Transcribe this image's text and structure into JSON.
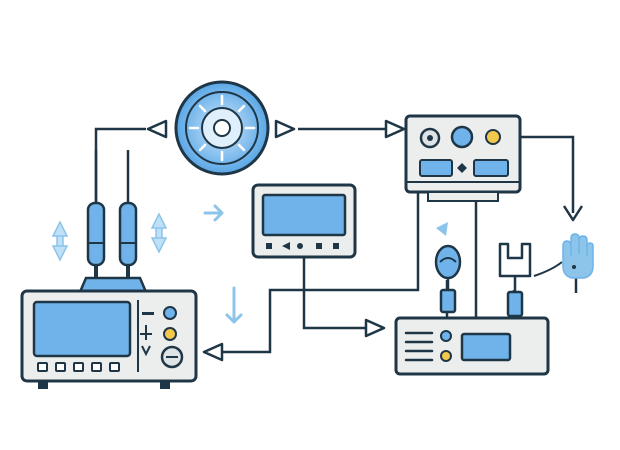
{
  "diagram": {
    "colors": {
      "outline": "#1f3646",
      "screen": "#6fb3ea",
      "screen_light": "#bfe0f7",
      "device_body": "#eceeed",
      "accent_yellow": "#f2c94c",
      "arrow_light": "#8cc4ea"
    },
    "nodes": [
      {
        "id": "antenna-receiver",
        "icon": "receiver-with-twin-antennas"
      },
      {
        "id": "radar-dish",
        "icon": "circular-radar-icon"
      },
      {
        "id": "control-panel",
        "icon": "control-panel-with-dials"
      },
      {
        "id": "monitor",
        "icon": "small-display-monitor"
      },
      {
        "id": "transmitter",
        "icon": "transmitter-unit"
      },
      {
        "id": "sensor-probe",
        "icon": "bulb-probe-icon"
      },
      {
        "id": "connector",
        "icon": "plug-connector-icon"
      },
      {
        "id": "hand",
        "icon": "hand-gesture-icon"
      }
    ],
    "connections": [
      {
        "from": "antenna-receiver",
        "to": "radar-dish"
      },
      {
        "from": "radar-dish",
        "to": "control-panel"
      },
      {
        "from": "control-panel",
        "to": "hand"
      },
      {
        "from": "control-panel",
        "to": "antenna-receiver"
      },
      {
        "from": "monitor",
        "to": "transmitter"
      },
      {
        "from": "transmitter",
        "to": "control-panel"
      }
    ]
  }
}
